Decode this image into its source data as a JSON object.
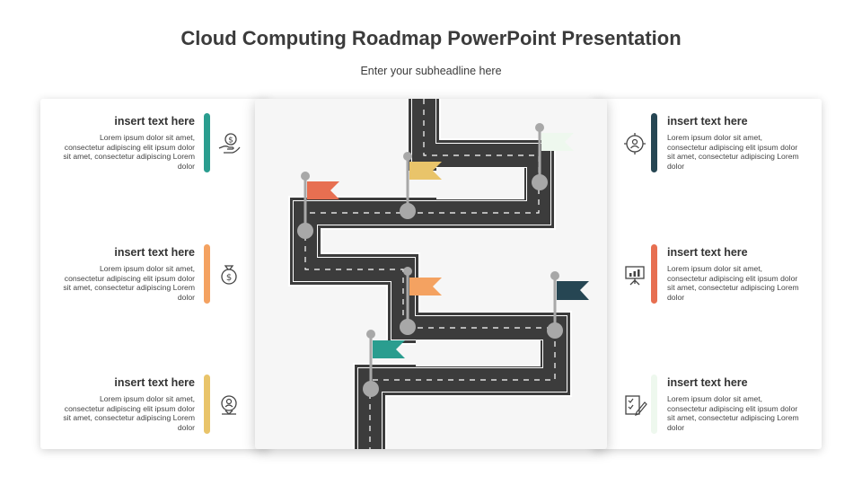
{
  "header": {
    "title": "Cloud Computing Roadmap PowerPoint Presentation",
    "subtitle": "Enter your subheadline here"
  },
  "left_items": [
    {
      "heading": "insert text here",
      "body": "Lorem ipsum dolor sit amet, consectetur adipiscing elit ipsum dolor sit amet, consectetur adipiscing Lorem dolor",
      "color": "#2a9d8f",
      "icon": "hand-money-icon"
    },
    {
      "heading": "insert text here",
      "body": "Lorem ipsum dolor sit amet, consectetur adipiscing elit ipsum dolor sit amet, consectetur adipiscing Lorem dolor",
      "color": "#f4a261",
      "icon": "money-bag-icon"
    },
    {
      "heading": "insert text here",
      "body": "Lorem ipsum dolor sit amet, consectetur adipiscing elit ipsum dolor sit amet, consectetur adipiscing Lorem dolor",
      "color": "#e9c46a",
      "icon": "location-user-icon"
    }
  ],
  "right_items": [
    {
      "heading": "insert text here",
      "body": "Lorem ipsum dolor sit amet, consectetur adipiscing elit ipsum dolor sit amet, consectetur adipiscing Lorem dolor",
      "color": "#264653",
      "icon": "target-user-icon"
    },
    {
      "heading": "insert text here",
      "body": "Lorem ipsum dolor sit amet, consectetur adipiscing elit ipsum dolor sit amet, consectetur adipiscing Lorem dolor",
      "color": "#e76f51",
      "icon": "presentation-board-icon"
    },
    {
      "heading": "insert text here",
      "body": "Lorem ipsum dolor sit amet, consectetur adipiscing elit ipsum dolor sit amet, consectetur adipiscing Lorem dolor",
      "color": "#eef8ee",
      "icon": "checklist-pen-icon"
    }
  ],
  "colors": {
    "road": "#3c3c3c",
    "pole": "#a8a8a8",
    "flag_teal": "#2a9d8f",
    "flag_light_green": "#eef8ee",
    "flag_yellow": "#e9c46a",
    "flag_coral": "#e76f51",
    "flag_orange": "#f4a261",
    "flag_navy": "#264653"
  }
}
